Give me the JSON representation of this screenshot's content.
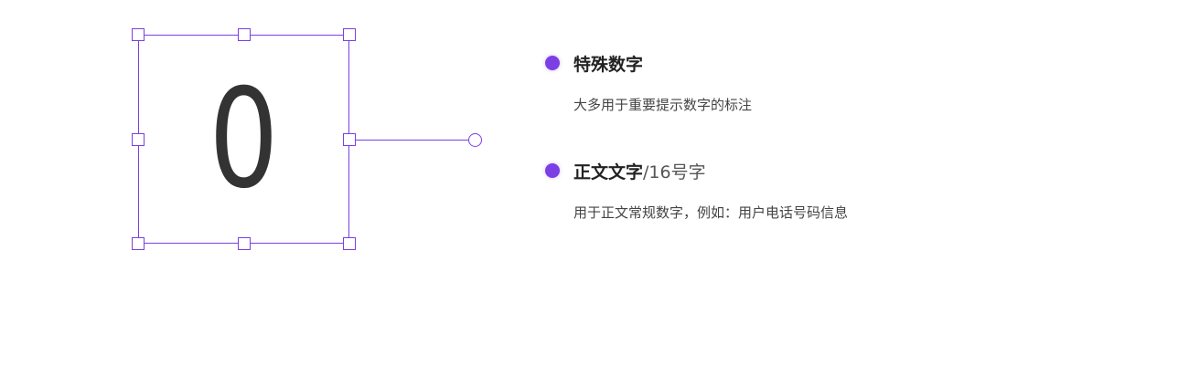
{
  "sample_glyph": "0",
  "notes": [
    {
      "title": "特殊数字",
      "suffix": "",
      "description": "大多用于重要提示数字的标注"
    },
    {
      "title": "正文文字",
      "suffix": "/16号字",
      "description": "用于正文常规数字，例如：用户电话号码信息"
    }
  ],
  "colors": {
    "accent": "#7b3fe4",
    "glyph": "#333333",
    "title": "#222222",
    "description": "#444444"
  }
}
